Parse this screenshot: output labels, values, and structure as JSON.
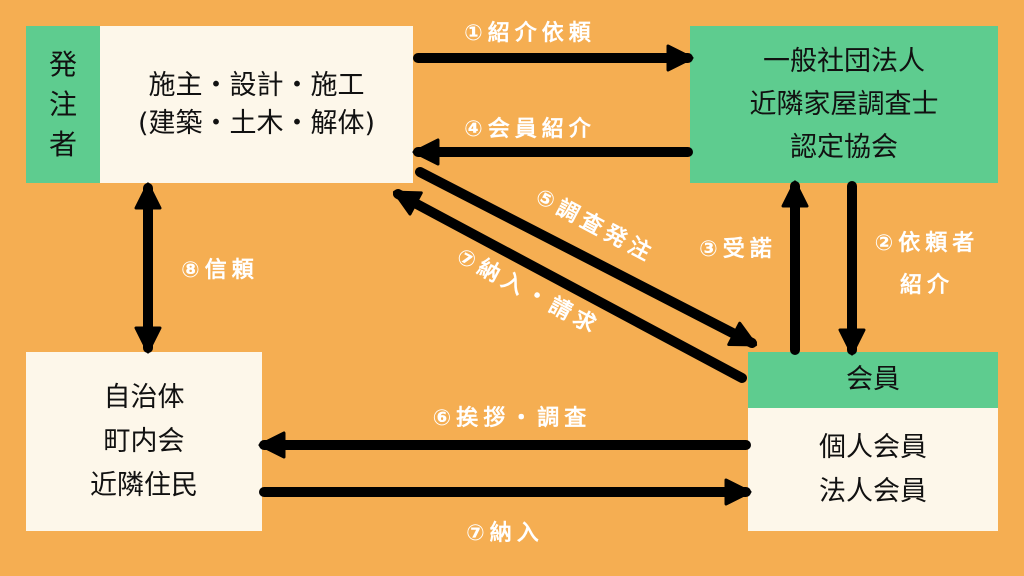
{
  "nodes": {
    "orderer_tag": "発\n注\n者",
    "orderer": "施主・設計・施工\n(建築・土木・解体)",
    "association": "一般社団法人\n近隣家屋調査士\n認定協会",
    "community": "自治体\n町内会\n近隣住民",
    "member_header": "会員",
    "member_body": "個人会員\n法人会員"
  },
  "edges": {
    "e1": "①紹介依頼",
    "e2a": "②依頼者",
    "e2b": "紹介",
    "e3": "③受諾",
    "e4": "④会員紹介",
    "e5": "⑤調査発注",
    "e6": "⑥挨拶・調査",
    "e7a": "⑦納入・請求",
    "e7b": "⑦納入",
    "e8": "⑧信頼"
  },
  "colors": {
    "background": "#F5AE52",
    "green": "#5ECC8F",
    "cream": "#FDF7EA",
    "arrow": "#000000"
  }
}
